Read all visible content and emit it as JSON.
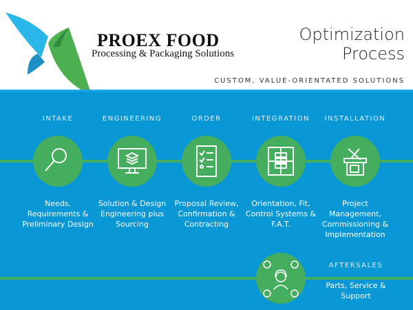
{
  "header": {
    "brand_name": "PROEX FOOD",
    "brand_sub": "Processing & Packaging Solutions",
    "title_line1": "Optimization",
    "title_line2": "Process",
    "tagline": "CUSTOM, VALUE-ORIENTATED SOLUTIONS"
  },
  "colors": {
    "blue": "#0a97d6",
    "green": "#45ad5e"
  },
  "stages": [
    {
      "label": "INTAKE",
      "icon": "magnifier-icon",
      "desc": "Needs, Requirements & Preliminary Design"
    },
    {
      "label": "ENGINEERING",
      "icon": "monitor-layers-icon",
      "desc": "Solution & Design Engineering plus Sourcing"
    },
    {
      "label": "ORDER",
      "icon": "checklist-icon",
      "desc": "Proposal Review, Confirmation & Contracting"
    },
    {
      "label": "INTEGRATION",
      "icon": "puzzle-server-icon",
      "desc": "Orientation, Fit, Control Systems & F.A.T."
    },
    {
      "label": "INSTALLATION",
      "icon": "tools-icon",
      "desc": "Project Management, Commissioning & Implementation"
    }
  ],
  "aftersales": {
    "label": "AFTERSALES",
    "icon": "support-agent-icon",
    "desc": "Parts, Service & Support"
  }
}
